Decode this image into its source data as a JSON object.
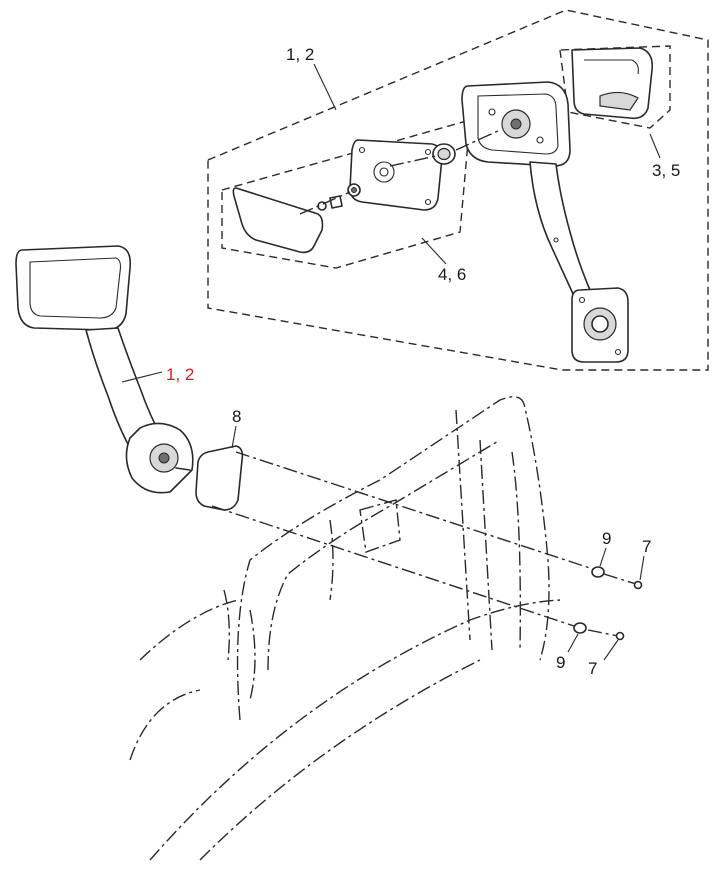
{
  "diagram": {
    "callouts": [
      {
        "id": "c-1-2-top",
        "text": "1, 2",
        "highlight": false
      },
      {
        "id": "c-3-5",
        "text": "3, 5",
        "highlight": false
      },
      {
        "id": "c-4-6",
        "text": "4, 6",
        "highlight": false
      },
      {
        "id": "c-1-2-main",
        "text": "1, 2",
        "highlight": true
      },
      {
        "id": "c-8",
        "text": "8",
        "highlight": false
      },
      {
        "id": "c-9-a",
        "text": "9",
        "highlight": false
      },
      {
        "id": "c-7-a",
        "text": "7",
        "highlight": false
      },
      {
        "id": "c-9-b",
        "text": "9",
        "highlight": false
      },
      {
        "id": "c-7-b",
        "text": "7",
        "highlight": false
      }
    ],
    "colors": {
      "highlight": "#e0191f",
      "line": "#2a2a2a"
    }
  }
}
